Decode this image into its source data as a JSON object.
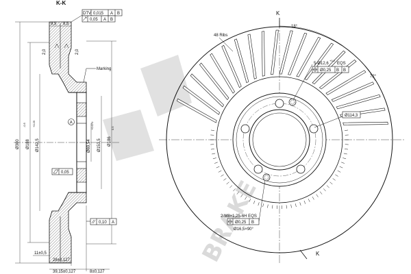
{
  "section": {
    "title": "K-K",
    "marking_label": "Marking",
    "datum_a": "A",
    "dims": {
      "od": "Ø300",
      "d188": "Ø188",
      "d188_tol": "-0.5",
      "d142": "Ø142,5",
      "d142_tol": "+0.25",
      "d69": "Ø69,54",
      "d69_tol": "+0.070",
      "d153": "Ø153,5",
      "d186": "Ø186",
      "d186_tol": "0.5",
      "w85a": "8,5",
      "w85b": "8,5",
      "ch1": "2,0",
      "ch2": "2,0",
      "d11": "11±0,5",
      "d28": "28±0,127",
      "d39": "39,15±0,127",
      "d8": "8±0,127"
    }
  },
  "gdt": {
    "dtv_label": "DTV",
    "dtv_value": "0,015",
    "dtv_ref1": "A",
    "dtv_ref2": "B",
    "runout_value": "0,05",
    "runout_ref1": "A",
    "runout_ref2": "B",
    "flat_value": "0,05",
    "parallel_value": "0,10",
    "parallel_ref": "A"
  },
  "front": {
    "k_label_top": "K",
    "k_label_bottom": "K",
    "ribs_label": "48 Ribs",
    "angle_18": "18°",
    "angle_72": "72°",
    "holes_5": "5-Ø12,6",
    "holes_5_tol": "+0.2",
    "holes_5_eqs": "EQS",
    "holes_5_pos": "Ø0,25",
    "holes_5_ref1": "B",
    "holes_5_ref2": "B",
    "pcd": "Ø114,3",
    "thread_spec": "2-M8×1,25-6H  EQS",
    "thread_pos": "Ø0,25",
    "thread_ref": "B",
    "thread_chamfer": "Ø16,5×90°"
  },
  "watermark": {
    "text": "BRAKE"
  }
}
